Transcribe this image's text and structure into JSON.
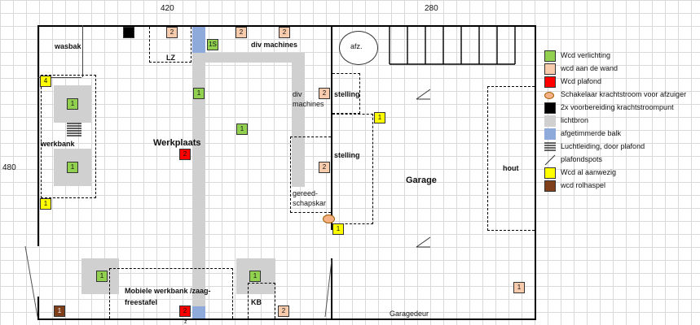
{
  "dimensions": {
    "top_left": "420",
    "top_right": "280",
    "left": "480"
  },
  "labels": {
    "wasbak": "wasbak",
    "werkbank": "werkbank",
    "werkplaats": "Werkplaats",
    "lz": "LZ",
    "div_machines_top": "div machines",
    "div_machines_side": "div machines",
    "gereedschapskar": "gereed- schapskar",
    "mobiele": "Mobiele werkbank /zaag- freestafel",
    "kb": "KB",
    "afz": "afz.",
    "stelling_top": "stelling",
    "stelling_mid": "stelling",
    "garage": "Garage",
    "hout": "hout",
    "garagedeur": "Garagedeur",
    "bottom_marker": "z"
  },
  "boxes": {
    "b01": "2",
    "b02": "1S",
    "b03": "2",
    "b04": "2",
    "b05": "4",
    "b06": "1",
    "b07": "1",
    "b08": "1",
    "b09": "2",
    "b10": "1",
    "b11": "2",
    "b12": "1",
    "b13": "2",
    "b14": "1",
    "b15": "1",
    "b16": "1",
    "b17": "1",
    "b18": "1",
    "b19": "2",
    "b20": "2",
    "b21": "1"
  },
  "legend": [
    {
      "label": "Wcd verlichting",
      "color": "#92d050"
    },
    {
      "label": "wcd aan de wand",
      "color": "#f8cbad"
    },
    {
      "label": "Wcd plafond",
      "color": "#ff0000"
    },
    {
      "label": "Schakelaar krachtstroom voor afzuiger",
      "color": "#f4b183"
    },
    {
      "label": "2x voorbereiding krachtstroompunt",
      "color": "#000000"
    },
    {
      "label": "lichtbron",
      "color": "#d0d0d0"
    },
    {
      "label": "afgetimmerde balk",
      "color": "#8eaadb"
    },
    {
      "label": "Luchtleiding, door plafond",
      "color": "#000000"
    },
    {
      "label": "plafondspots",
      "color": "#ffffff"
    },
    {
      "label": "Wcd al aanwezig",
      "color": "#ffff00"
    },
    {
      "label": "wcd rolhaspel",
      "color": "#7f3f1b"
    }
  ]
}
